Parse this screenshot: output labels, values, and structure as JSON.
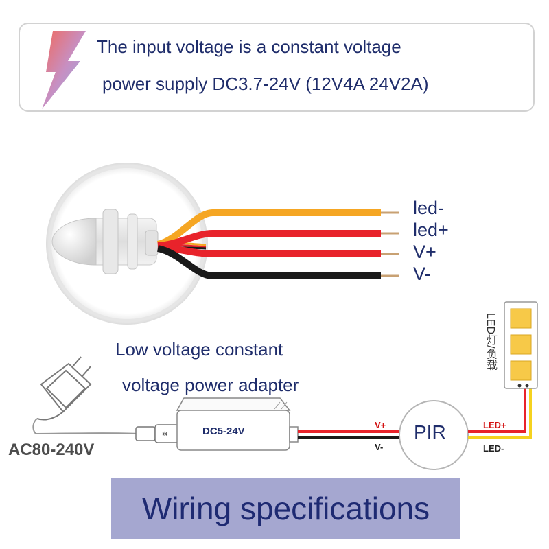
{
  "banner": {
    "line1": "The input voltage is a constant voltage",
    "line2": "power supply DC3.7-24V (12V4A  24V2A)"
  },
  "sensor_wires": [
    {
      "label": "led-",
      "color": "#f5a623"
    },
    {
      "label": "led+",
      "color": "#e8232b"
    },
    {
      "label": "V+",
      "color": "#e8232b"
    },
    {
      "label": "V-",
      "color": "#1a1a1a"
    }
  ],
  "adapter": {
    "title_line1": "Low voltage constant",
    "title_line2": "voltage power adapter",
    "module_label": "DC5-24V"
  },
  "mains": {
    "label": "AC80-240V"
  },
  "connections": {
    "v_plus": "V+",
    "v_minus": "V-",
    "led_plus": "LED+",
    "led_minus": "LED-"
  },
  "pir": {
    "label": "PIR"
  },
  "led_strip": {
    "label": "LED灯/负载"
  },
  "footer": {
    "title": "Wiring specifications"
  },
  "colors": {
    "text_navy": "#1f2d6b",
    "footer_bg": "#a5a7d0",
    "wire_red": "#e8232b",
    "wire_black": "#1a1a1a",
    "wire_orange": "#f5a623",
    "wire_yellow": "#f5d21f",
    "led_chip": "#f7c948"
  }
}
